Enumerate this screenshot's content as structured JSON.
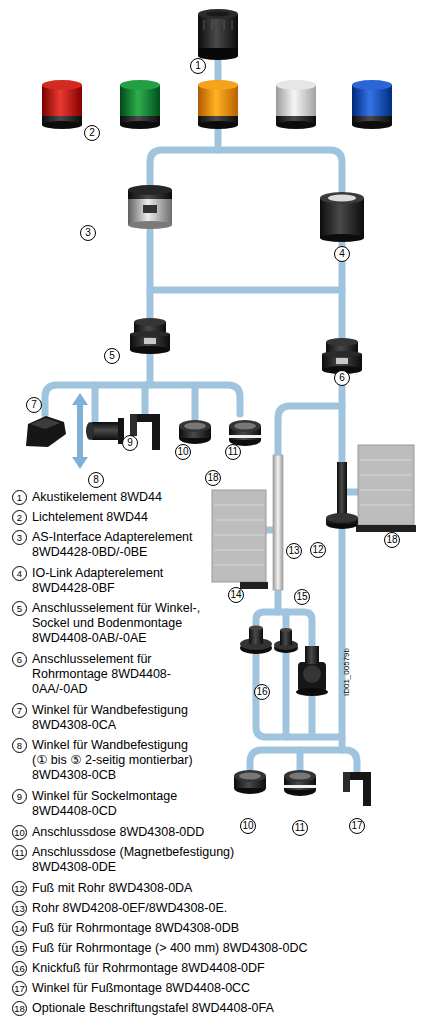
{
  "diagram": {
    "nodes": [
      {
        "text": [
          "1"
        ]
      },
      {
        "text": [
          "2"
        ]
      },
      {
        "text": [
          "3"
        ]
      },
      {
        "text": [
          "4"
        ]
      },
      {
        "text": [
          "5"
        ]
      },
      {
        "text": [
          "6"
        ]
      },
      {
        "text": [
          "7"
        ]
      },
      {
        "text": [
          "9"
        ]
      },
      {
        "text": [
          "10"
        ]
      },
      {
        "text": [
          "11"
        ]
      },
      {
        "text": [
          "18"
        ]
      },
      {
        "text": [
          "8"
        ]
      },
      {
        "text": [
          "18"
        ]
      },
      {
        "text": [
          "12"
        ]
      },
      {
        "text": [
          "13"
        ]
      },
      {
        "text": [
          "14"
        ]
      },
      {
        "text": [
          "15"
        ]
      },
      {
        "text": [
          "16"
        ]
      },
      {
        "text": [
          "10"
        ]
      },
      {
        "text": [
          "11"
        ]
      },
      {
        "text": [
          "17"
        ]
      },
      {
        "text": [
          "1",
          "Akustikelement 8WD44"
        ]
      },
      {
        "text": [
          "2",
          "Lichtelement 8WD44"
        ]
      },
      {
        "text": [
          "3",
          "AS-Interface Adapterelement 8WD4428-0BD/-0BE"
        ]
      },
      {
        "text": [
          "4",
          "IO-Link Adapterelement 8WD4428-0BF"
        ]
      },
      {
        "text": [
          "5",
          "Anschlusselement für Winkel-, Sockel und Bodenmontage 8WD4408-0AB/-0AE"
        ]
      },
      {
        "text": [
          "6",
          "Anschlusselement für Rohrmontage 8WD4408-0AA/-0AD"
        ]
      },
      {
        "text": [
          "7",
          "Winkel für Wandbefestigung 8WD4308-0CA"
        ]
      },
      {
        "text": [
          "8",
          "Winkel für Wandbefestigung (① bis ⑤ 2-seitig montierbar) 8WD4308-0CB"
        ]
      },
      {
        "text": [
          "9",
          "Winkel für Sockelmontage 8WD4408-0CD"
        ]
      },
      {
        "text": [
          "10",
          "Anschlussdose 8WD4308-0DD"
        ]
      },
      {
        "text": [
          "11",
          "Anschlussdose (Magnetbefestigung) 8WD4308-0DE"
        ]
      },
      {
        "text": [
          "12",
          "Fuß mit Rohr 8WD4308-0DA"
        ]
      },
      {
        "text": [
          "13",
          "Rohr 8WD4208-0EF/8WD4308-0E."
        ]
      },
      {
        "text": [
          "14",
          "Fuß für Rohrmontage 8WD4308-0DB"
        ]
      },
      {
        "text": [
          "15",
          "Fuß für Rohrmontage (> 400 mm) 8WD4308-0DC"
        ]
      },
      {
        "text": [
          "16",
          "Knickfuß für Rohrmontage 8WD4408-0DF"
        ]
      },
      {
        "text": [
          "17",
          "Winkel für Fußmontage 8WD4408-0CC"
        ]
      },
      {
        "text": [
          "18",
          "Optionale Beschriftungstafel 8WD4408-0FA"
        ]
      }
    ],
    "labels": [
      "ID01_00579b"
    ]
  }
}
